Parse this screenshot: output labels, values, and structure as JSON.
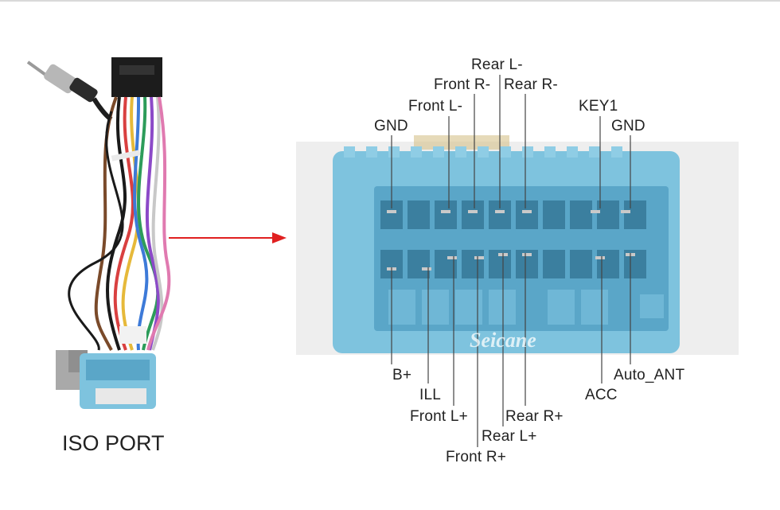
{
  "left_caption": "ISO PORT",
  "watermark": "Seicane",
  "colors": {
    "connector_blue": "#7ec3de",
    "connector_dark": "#5aa6c8",
    "arrow": "#e02020",
    "leader": "#444444"
  },
  "top_labels": {
    "rear_l_minus": "Rear L-",
    "front_r_minus": "Front R-",
    "rear_r_minus": "Rear R-",
    "front_l_minus": "Front L-",
    "key1": "KEY1",
    "gnd_left": "GND",
    "gnd_right": "GND"
  },
  "bottom_labels": {
    "b_plus": "B+",
    "ill": "ILL",
    "front_l_plus": "Front L+",
    "front_r_plus": "Front R+",
    "rear_l_plus": "Rear L+",
    "rear_r_plus": "Rear R+",
    "acc": "ACC",
    "auto_ant": "Auto_ANT"
  }
}
